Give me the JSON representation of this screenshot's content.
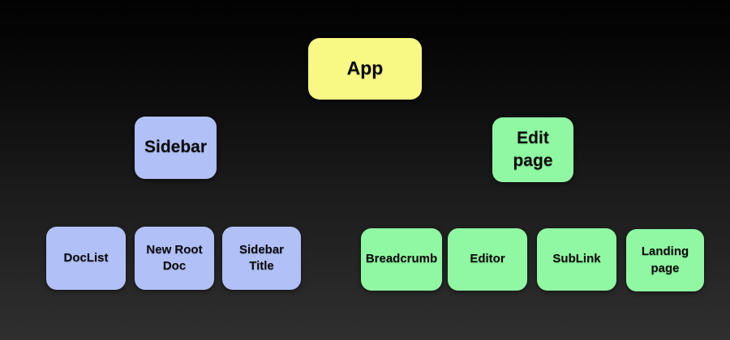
{
  "diagram": {
    "type": "component-tree",
    "connectors_visible": false,
    "colors": {
      "root_node": "#f8f885",
      "sidebar_branch": "#b1c0f7",
      "edit_page_branch": "#90f8a2",
      "node_text": "#0a0a0a",
      "background_top": "#010101",
      "background_bottom": "#2f2f2f"
    }
  },
  "nodes": [
    {
      "id": "app",
      "label": "App",
      "color": "#f8f885",
      "parent": null,
      "level": 0
    },
    {
      "id": "sidebar",
      "label": "Sidebar",
      "color": "#b1c0f7",
      "parent": "app",
      "level": 1
    },
    {
      "id": "edit-page",
      "label": "Edit page",
      "color": "#90f8a2",
      "parent": "app",
      "level": 1
    },
    {
      "id": "doclist",
      "label": "DocList",
      "color": "#b1c0f7",
      "parent": "sidebar",
      "level": 2
    },
    {
      "id": "new-root-doc",
      "label": "New Root Doc",
      "color": "#b1c0f7",
      "parent": "sidebar",
      "level": 2
    },
    {
      "id": "sidebar-title",
      "label": "Sidebar Title",
      "color": "#b1c0f7",
      "parent": "sidebar",
      "level": 2
    },
    {
      "id": "breadcrumb",
      "label": "Breadcrumb",
      "color": "#90f8a2",
      "parent": "edit-page",
      "level": 2
    },
    {
      "id": "editor",
      "label": "Editor",
      "color": "#90f8a2",
      "parent": "edit-page",
      "level": 2
    },
    {
      "id": "sublink",
      "label": "SubLink",
      "color": "#90f8a2",
      "parent": "edit-page",
      "level": 2
    },
    {
      "id": "landing-page",
      "label": "Landing page",
      "color": "#90f8a2",
      "parent": "edit-page",
      "level": 2
    }
  ]
}
